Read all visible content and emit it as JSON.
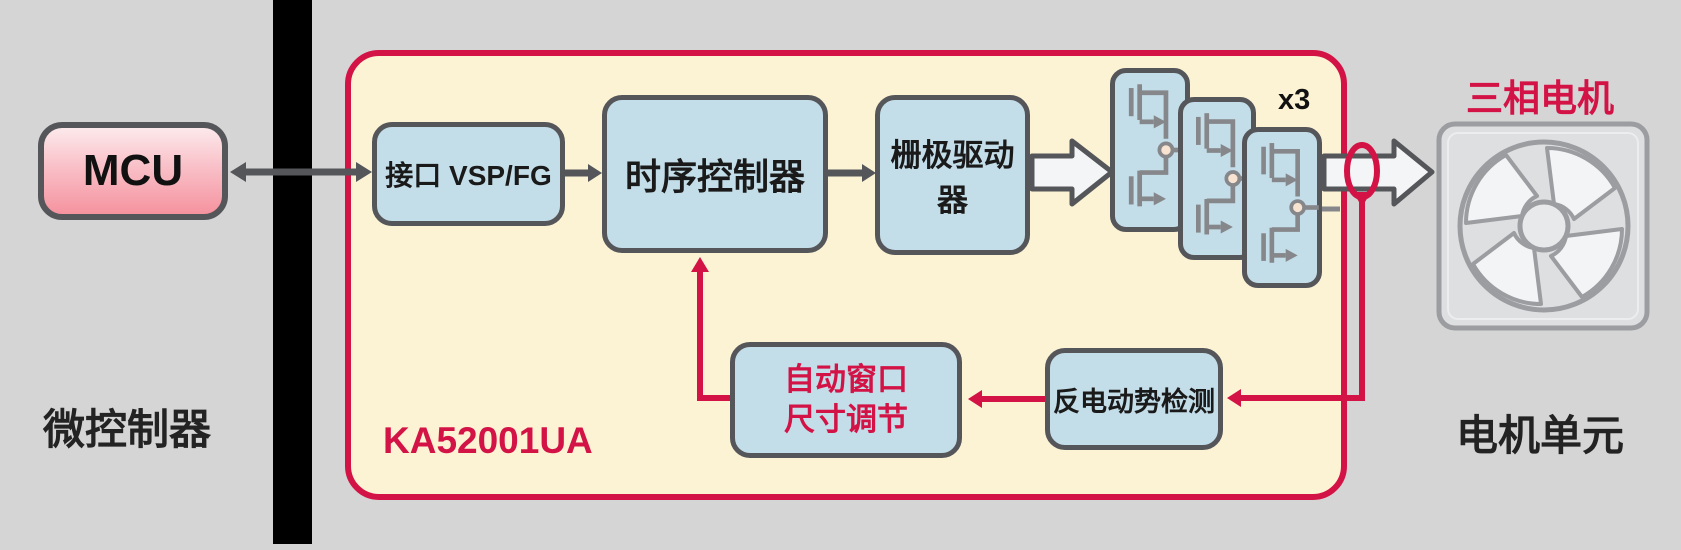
{
  "left": {
    "mcu_label": "MCU",
    "caption": "微控制器"
  },
  "chip": {
    "part_number": "KA52001UA",
    "interface_label": "接口 VSP/FG",
    "timing_label": "时序控制器",
    "gate_driver_label": "栅极驱动器",
    "auto_window_line1": "自动窗口",
    "auto_window_line2": "尺寸调节",
    "bemf_label": "反电动势检测",
    "half_bridge_count": "x3"
  },
  "right": {
    "motor_title": "三相电机",
    "caption": "电机单元"
  },
  "colors": {
    "accent_red": "#D31245",
    "block_blue": "#C3DDE9",
    "chip_cream": "#FCF2D4",
    "outline_gray": "#55565A"
  }
}
